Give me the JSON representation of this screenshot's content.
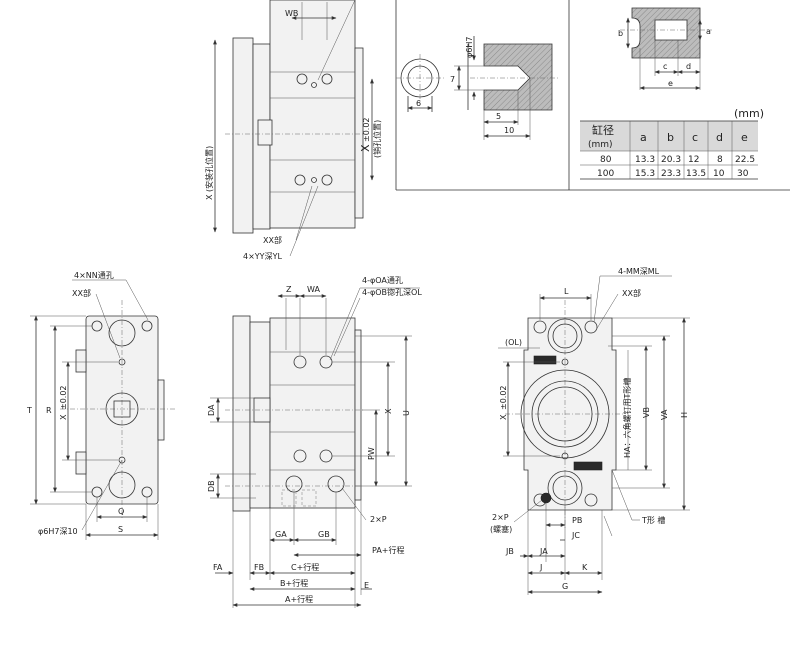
{
  "top_view": {
    "dim_wb": "WB",
    "dim_x_install": "X (安装孔位置)",
    "dim_x_pin": "X",
    "dim_x_pin_tol": "±0.02",
    "dim_x_pin_note": "(销孔位置)",
    "label_xx": "XX部",
    "label_yy": "4×YY深YL"
  },
  "pin_detail": {
    "dim_phi": "φ6H7",
    "dim_6": "6",
    "dim_7": "7",
    "dim_5": "5",
    "dim_10": "10"
  },
  "spec_table": {
    "unit": "(mm)",
    "header_bore": "缸径",
    "header_bore_unit": "(mm)",
    "columns": [
      "a",
      "b",
      "c",
      "d",
      "e"
    ],
    "rows": [
      {
        "bore": "80",
        "a": "13.3",
        "b": "20.3",
        "c": "12",
        "d": "8",
        "e": "22.5"
      },
      {
        "bore": "100",
        "a": "15.3",
        "b": "23.3",
        "c": "13.5",
        "d": "10",
        "e": "30"
      }
    ]
  },
  "detail_labels": {
    "a": "a",
    "b": "b",
    "c": "c",
    "d": "d",
    "e": "e"
  },
  "left_view": {
    "label_nn": "4×NN通孔",
    "label_xx": "XX部",
    "dim_t": "T",
    "dim_r": "R",
    "dim_x": "X",
    "dim_x_tol": "±0.02",
    "dim_q": "Q",
    "dim_s": "S",
    "label_phi_hole": "φ6H7深10"
  },
  "center_view": {
    "dim_z": "Z",
    "dim_wa": "WA",
    "label_oa": "4-φOA通孔",
    "label_ob": "4-φOB锪孔深OL",
    "dim_da": "DA",
    "dim_db": "DB",
    "dim_x": "X",
    "dim_u": "U",
    "dim_pw": "PW",
    "dim_ga": "GA",
    "dim_gb": "GB",
    "label_2p": "2×P",
    "dim_pa": "PA+行程",
    "dim_fa": "FA",
    "dim_fb": "FB",
    "dim_c": "C+行程",
    "dim_b": "B+行程",
    "dim_e": "E",
    "dim_a": "A+行程"
  },
  "right_view": {
    "label_mm": "4-MM深ML",
    "label_xx": "XX部",
    "dim_l": "L",
    "label_ol": "(OL)",
    "dim_x": "X",
    "dim_x_tol": "±0.02",
    "dim_vb": "VB",
    "dim_va": "VA",
    "dim_h": "H",
    "label_ha": "HA：六角螺钉用T形槽",
    "label_2p": "2×P",
    "label_plug": "(螺塞)",
    "dim_pb": "PB",
    "dim_jc": "JC",
    "dim_jb": "JB",
    "dim_ja": "JA",
    "label_tslot": "T形 槽",
    "dim_j": "J",
    "dim_k": "K",
    "dim_g": "G"
  }
}
